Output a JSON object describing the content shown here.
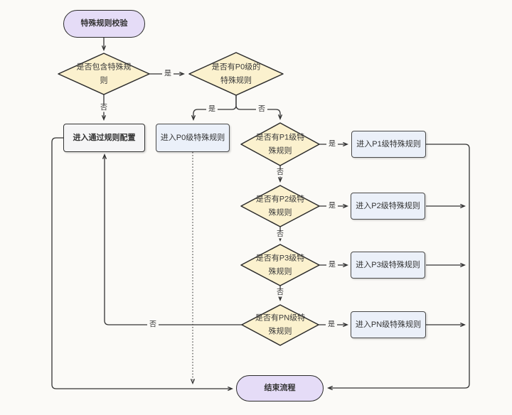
{
  "nodes": {
    "start": "特殊规则校验",
    "check_special": "是否包含特殊规则",
    "check_p0": "是否有P0级的特殊规则",
    "enter_pass_config": "进入通过规则配置",
    "enter_p0": "进入P0级特殊规则",
    "check_p1": "是否有P1级特殊规则",
    "enter_p1": "进入P1级特殊规则",
    "check_p2": "是否有P2级特殊规则",
    "enter_p2": "进入P2级特殊规则",
    "check_p3": "是否有P3级特殊规则",
    "enter_p3": "进入P3级特殊规则",
    "check_pn": "是否有PN级特殊规则",
    "enter_pn": "进入PN级特殊规则",
    "end": "结束流程"
  },
  "edge_labels": {
    "yes": "是",
    "no": "否"
  },
  "colors": {
    "decision_fill": "#FBF1CE",
    "decision_border": "#2b2b2b",
    "terminal_fill": "#E5DCF7",
    "terminal_border": "#2b2b2b",
    "process_fill": "#EBF0F9",
    "process_border": "#4a4a4a",
    "config_fill": "#F5F5F6",
    "connector": "#333333",
    "background": "#FBFAF7"
  }
}
